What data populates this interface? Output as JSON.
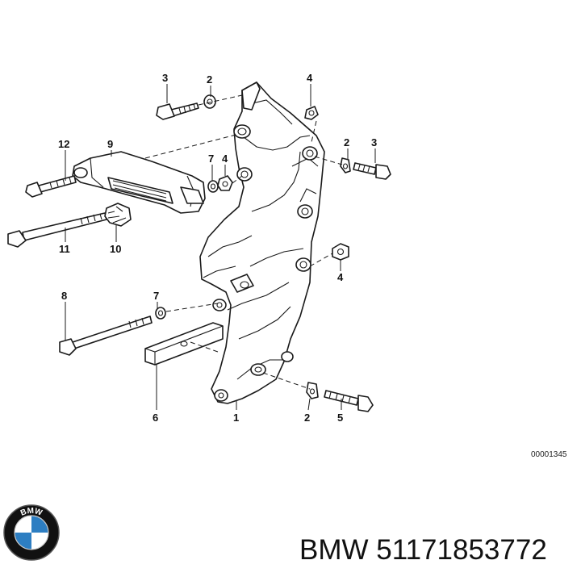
{
  "diagram": {
    "callouts": [
      {
        "id": "c-3a",
        "label": "3"
      },
      {
        "id": "c-2a",
        "label": "2"
      },
      {
        "id": "c-4a",
        "label": "4"
      },
      {
        "id": "c-12",
        "label": "12"
      },
      {
        "id": "c-9",
        "label": "9"
      },
      {
        "id": "c-7a",
        "label": "7"
      },
      {
        "id": "c-4b",
        "label": "4"
      },
      {
        "id": "c-2b",
        "label": "2"
      },
      {
        "id": "c-3b",
        "label": "3"
      },
      {
        "id": "c-11",
        "label": "11"
      },
      {
        "id": "c-10",
        "label": "10"
      },
      {
        "id": "c-4c",
        "label": "4"
      },
      {
        "id": "c-8",
        "label": "8"
      },
      {
        "id": "c-7b",
        "label": "7"
      },
      {
        "id": "c-6",
        "label": "6"
      },
      {
        "id": "c-1",
        "label": "1"
      },
      {
        "id": "c-2c",
        "label": "2"
      },
      {
        "id": "c-5",
        "label": "5"
      }
    ],
    "reference_code": "00001345"
  },
  "brand": {
    "logo_text": "BMW",
    "part_number_text": "BMW 51171853772",
    "logo_colors": {
      "blue": "#2d7ec2",
      "ring": "#111111",
      "white": "#ffffff"
    }
  }
}
